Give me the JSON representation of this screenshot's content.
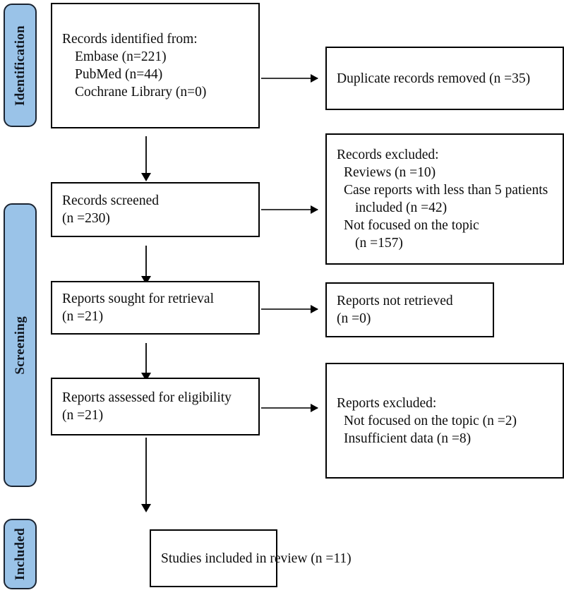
{
  "diagram": {
    "type": "prisma-flow-diagram",
    "stages": [
      {
        "id": "identification",
        "label": "Identification"
      },
      {
        "id": "screening",
        "label": "Screening"
      },
      {
        "id": "included",
        "label": "Included"
      }
    ],
    "boxes": {
      "records_identified": {
        "lines": [
          "Records identified from:",
          "Embase (n=221)",
          "PubMed (n=44)",
          "Cochrane Library (n=0)"
        ]
      },
      "duplicates_removed": {
        "lines": [
          "Duplicate records removed (n =35)"
        ]
      },
      "records_screened": {
        "lines": [
          "Records screened",
          "(n =230)"
        ]
      },
      "records_excluded": {
        "lines": [
          "Records excluded:",
          "Reviews (n =10)",
          "Case reports with less than 5 patients",
          "included (n =42)",
          "Not focused on the topic",
          "(n =157)"
        ]
      },
      "reports_sought": {
        "lines": [
          "Reports sought for retrieval",
          "(n =21)"
        ]
      },
      "reports_not_retrieved": {
        "lines": [
          "Reports not retrieved",
          "(n =0)"
        ]
      },
      "reports_assessed": {
        "lines": [
          "Reports assessed for eligibility",
          "(n =21)"
        ]
      },
      "reports_excluded": {
        "lines": [
          "Reports excluded:",
          "Not focused on the topic (n =2)",
          "Insufficient data (n =8)"
        ]
      },
      "studies_included": {
        "lines": [
          "Studies included in review (n =11)"
        ]
      }
    },
    "counts": {
      "embase": 221,
      "pubmed": 44,
      "cochrane": 0,
      "duplicates_removed": 35,
      "records_screened": 230,
      "excluded_reviews": 10,
      "excluded_case_reports": 42,
      "excluded_not_focused": 157,
      "reports_sought": 21,
      "reports_not_retrieved": 0,
      "reports_assessed": 21,
      "reports_excluded_not_focused": 2,
      "reports_excluded_insufficient": 8,
      "studies_included": 11
    },
    "colors": {
      "stage_fill": "#9ac3e8",
      "stage_border": "#1b2431",
      "box_border": "#000000",
      "text": "#0d0d0d",
      "background": "#ffffff"
    }
  }
}
